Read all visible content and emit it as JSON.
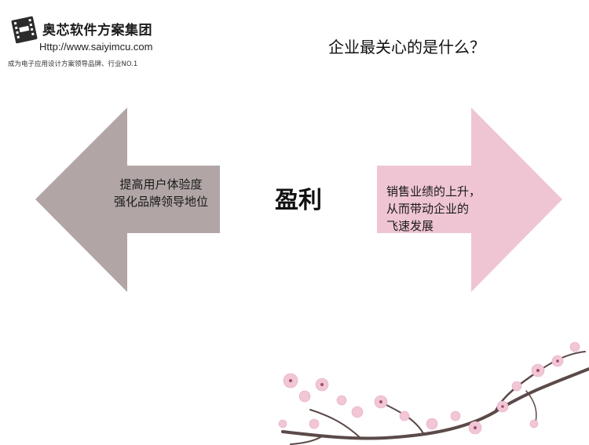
{
  "logo": {
    "company_name": "奥芯软件方案集团",
    "url": "Http://www.saiyimcu.com",
    "slogan": "成为电子应用设计方案领导品牌、行业NO.1",
    "colors": {
      "mark": "#2b2b2b"
    },
    "icon": "film-chip-icon"
  },
  "slide": {
    "question": "企业最关心的是什么？",
    "center_label": "盈利",
    "left_lines": [
      "提高用户体验度",
      "强化品牌领导地位"
    ],
    "right_lines": [
      "销售业绩的上升，",
      "从而带动企业的",
      "飞速发展"
    ],
    "colors": {
      "left_arrow": "#b1a5a5",
      "right_arrow": "#efc5d4",
      "blossom_petal": "#f1c6d6",
      "branch": "#5b4a48"
    },
    "decoration": "plum-blossom-branch"
  }
}
